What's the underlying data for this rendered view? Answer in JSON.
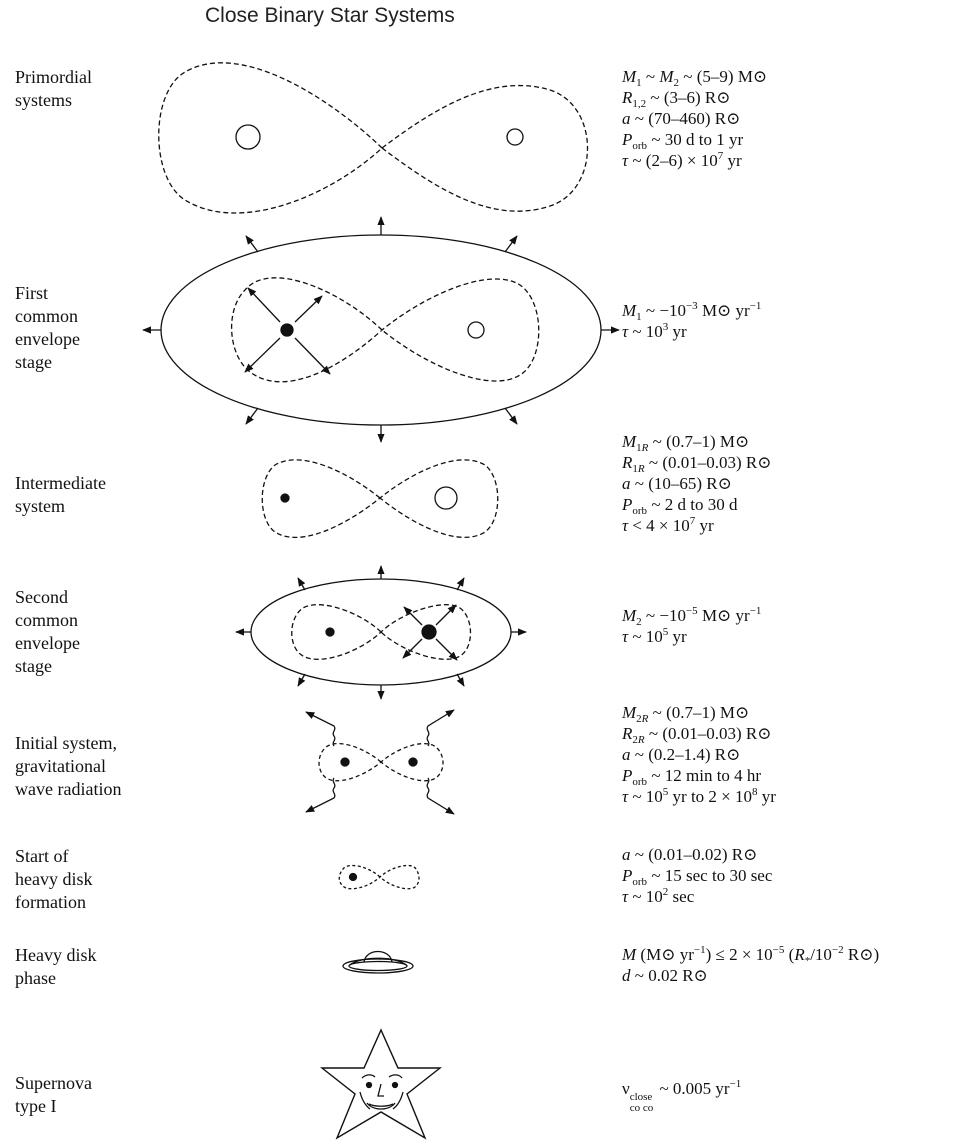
{
  "title": "Close Binary Star Systems",
  "stages": [
    {
      "id": "primordial",
      "label": [
        "Primordial",
        "systems"
      ]
    },
    {
      "id": "first-ce",
      "label": [
        "First",
        "common",
        "envelope",
        "stage"
      ]
    },
    {
      "id": "intermediate",
      "label": [
        "Intermediate",
        "system"
      ]
    },
    {
      "id": "second-ce",
      "label": [
        "Second",
        "common",
        "envelope",
        "stage"
      ]
    },
    {
      "id": "initial-gw",
      "label": [
        "Initial system,",
        "gravitational",
        "wave radiation"
      ]
    },
    {
      "id": "disk-start",
      "label": [
        "Start of",
        "heavy disk",
        "formation"
      ]
    },
    {
      "id": "heavy-disk",
      "label": [
        "Heavy disk",
        "phase"
      ]
    },
    {
      "id": "supernova",
      "label": [
        "Supernova",
        "type I"
      ]
    }
  ],
  "params": {
    "primordial": [
      "M1 ~ M2 ~ (5–9) M⊙",
      "R1,2 ~ (3–6) R⊙",
      "a ~ (70–460) R⊙",
      "Porb ~ 30 d to 1 yr",
      "τ ~ (2–6) × 10^7 yr"
    ],
    "first_ce": [
      "Ṁ1 ~ −10^−3 M⊙ yr^−1",
      "τ ~ 10^3 yr"
    ],
    "intermediate": [
      "M1R ~ (0.7–1) M⊙",
      "R1R ~ (0.01–0.03) R⊙",
      "a ~ (10–65) R⊙",
      "Porb ~ 2 d to 30 d",
      "τ < 4 × 10^7 yr"
    ],
    "second_ce": [
      "Ṁ2 ~ −10^−5 M⊙ yr^−1",
      "τ ~ 10^5 yr"
    ],
    "initial_gw": [
      "M2R ~ (0.7–1) M⊙",
      "R2R ~ (0.01–0.03) R⊙",
      "a ~ (0.2–1.4) R⊙",
      "Porb ~ 12 min to 4 hr",
      "τ ~ 10^5 yr to 2 × 10^8 yr"
    ],
    "disk_start": [
      "a ~ (0.01–0.02) R⊙",
      "Porb ~ 15 sec to 30 sec",
      "τ ~ 10^2 sec"
    ],
    "heavy_disk": [
      "Ṁ (M⊙ yr^−1) ≤ 2 × 10^−5 (R*/10^−2 R⊙)",
      "d ~ 0.02 R⊙"
    ],
    "supernova": [
      "ν_co co^close ~ 0.005 yr^−1"
    ]
  }
}
